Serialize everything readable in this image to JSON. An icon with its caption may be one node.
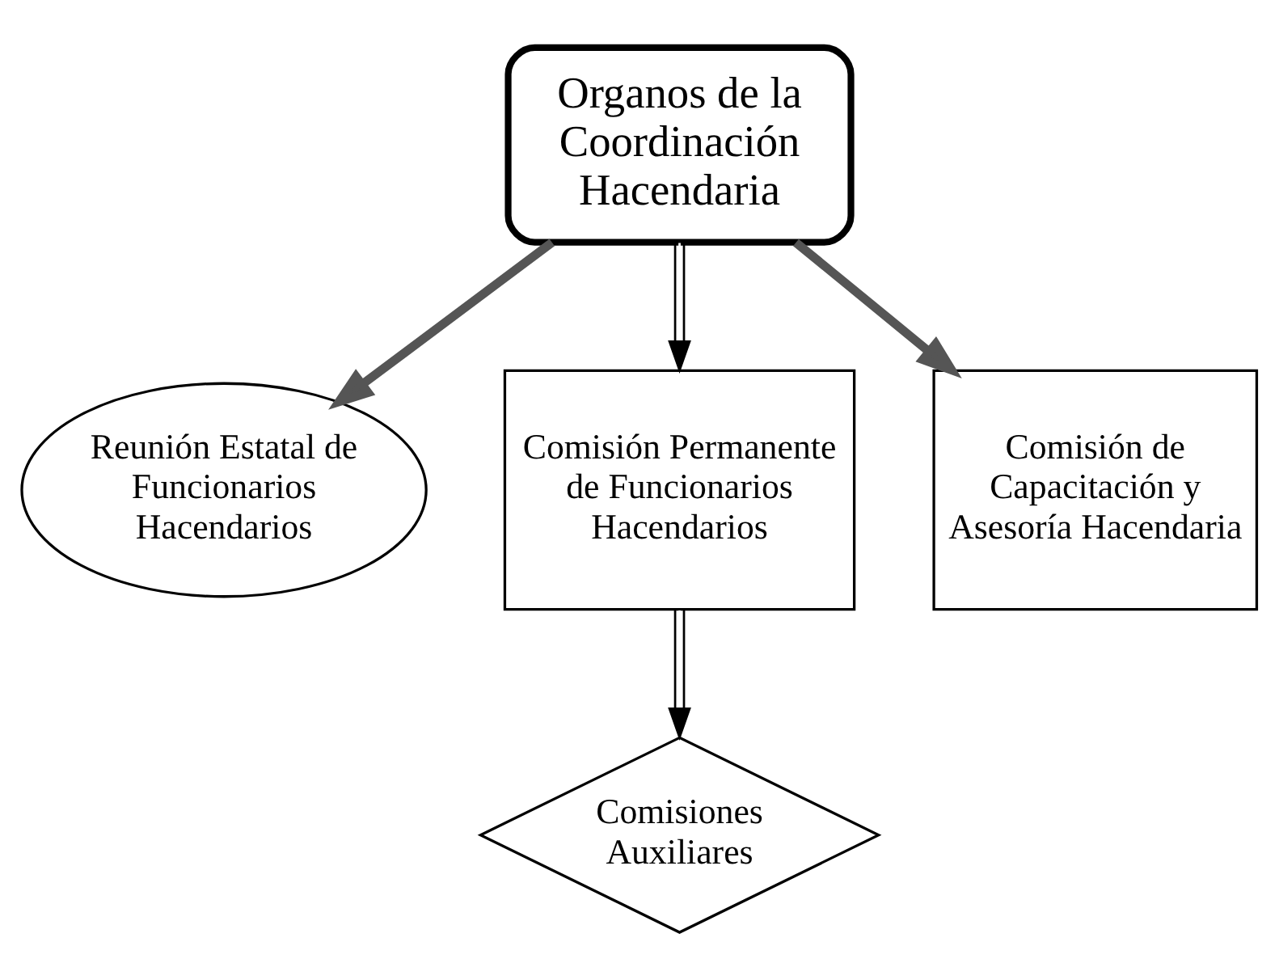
{
  "diagram": {
    "nodes": [
      {
        "text": [
          "Organos de la Coordinación Hacendaria"
        ]
      },
      {
        "text": [
          "Reunión Estatal de Funcionarios Hacendarios"
        ]
      },
      {
        "text": [
          "Comisión Permanente de Funcionarios Hacendarios"
        ]
      },
      {
        "text": [
          "Comisión de Capacitación y Asesoría Hacendaria"
        ]
      },
      {
        "text": [
          "Comisiones Auxiliares"
        ]
      }
    ],
    "edges": [
      {
        "from": 0,
        "to": 1,
        "arrow": "to",
        "style": "thick"
      },
      {
        "from": 0,
        "to": 2,
        "arrow": "to"
      },
      {
        "from": 0,
        "to": 3,
        "arrow": "to",
        "style": "thick"
      },
      {
        "from": 2,
        "to": 4,
        "arrow": "to"
      }
    ]
  }
}
